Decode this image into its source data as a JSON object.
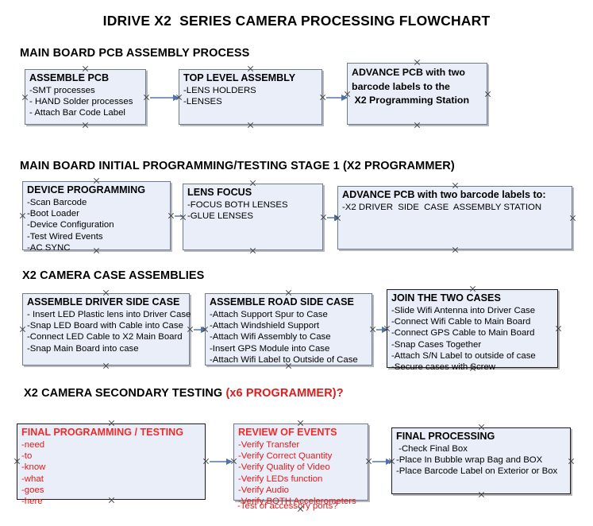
{
  "title": "IDRIVE X2  SERIES CAMERA PROCESSING FLOWCHART",
  "colors": {
    "box_fill": "#e9eef8",
    "box_border": "#6f7b8c",
    "arrow": "#7f99bb",
    "accent_red": "#e01b1b",
    "text": "#000000"
  },
  "sections": [
    {
      "heading": "MAIN BOARD PCB ASSEMBLY PROCESS",
      "heading_accent": "",
      "boxes": [
        {
          "title": "ASSEMBLE PCB",
          "lines": [
            "-SMT processes",
            "- HAND Solder processes",
            "- Attach Bar Code Label"
          ]
        },
        {
          "title": "TOP LEVEL ASSEMBLY",
          "lines": [
            "-LENS HOLDERS",
            "-LENSES"
          ]
        },
        {
          "title": "",
          "lines": [
            "ADVANCE PCB with two",
            "barcode labels to the",
            " X2 Programming Station"
          ]
        }
      ]
    },
    {
      "heading": "MAIN BOARD INITIAL PROGRAMMING/TESTING STAGE 1 (X2 PROGRAMMER)",
      "heading_accent": "",
      "boxes": [
        {
          "title": "DEVICE PROGRAMMING",
          "lines": [
            "-Scan Barcode",
            "-Boot Loader",
            "-Device Configuration",
            "-Test Wired Events",
            "-AC SYNC"
          ]
        },
        {
          "title": "LENS FOCUS",
          "lines": [
            "-FOCUS BOTH LENSES",
            "-GLUE LENSES"
          ]
        },
        {
          "title": "ADVANCE PCB with two barcode labels to:",
          "lines": [
            "-X2 DRIVER  SIDE  CASE  ASSEMBLY STATION"
          ]
        }
      ]
    },
    {
      "heading": "X2 CAMERA CASE ASSEMBLIES",
      "heading_accent": "",
      "boxes": [
        {
          "title": "ASSEMBLE DRIVER SIDE CASE",
          "lines": [
            "- Insert LED Plastic lens into Driver Case",
            "-Snap LED Board with Cable into Case",
            "-Connect LED Cable to X2 Main Board",
            "-Snap Main Board into case"
          ]
        },
        {
          "title": "ASSEMBLE ROAD SIDE CASE",
          "lines": [
            "-Attach Support Spur to Case",
            "-Attach Windshield Support",
            "-Attach Wifi Assembly to Case",
            "-Insert GPS Module into Case",
            "-Attach Wifi Label to Outside of Case"
          ]
        },
        {
          "title": "JOIN THE TWO CASES",
          "lines": [
            "-Slide Wifi Antenna into Driver Case",
            "-Connect Wifi Cable to Main Board",
            "-Connect GPS Cable to Main Board",
            "-Snap Cases Together",
            "-Attach S/N Label to outside of case",
            "-Secure cases with Screw"
          ]
        }
      ]
    },
    {
      "heading": "X2 CAMERA SECONDARY TESTING ",
      "heading_accent": "(x6 PROGRAMMER)?",
      "boxes": [
        {
          "title": "FINAL PROGRAMMING / TESTING",
          "lines": [
            "-need",
            "-to",
            "-know",
            "-what",
            "-goes",
            "-here"
          ]
        },
        {
          "title": "REVIEW OF EVENTS",
          "lines": [
            "-Verify Transfer",
            "-Verify Correct Quantity",
            "-Verify Quality of Video",
            "-Verify LEDs function",
            "-Verify Audio",
            "-Verify BOTH Accelerometers"
          ],
          "overflow_line": "-Test of accessory ports?"
        },
        {
          "title": "FINAL PROCESSING",
          "lines": [
            " -Check Final Box",
            "-Place In Bubble wrap Bag and BOX",
            "-Place Barcode Label on Exterior or Box"
          ]
        }
      ]
    }
  ]
}
